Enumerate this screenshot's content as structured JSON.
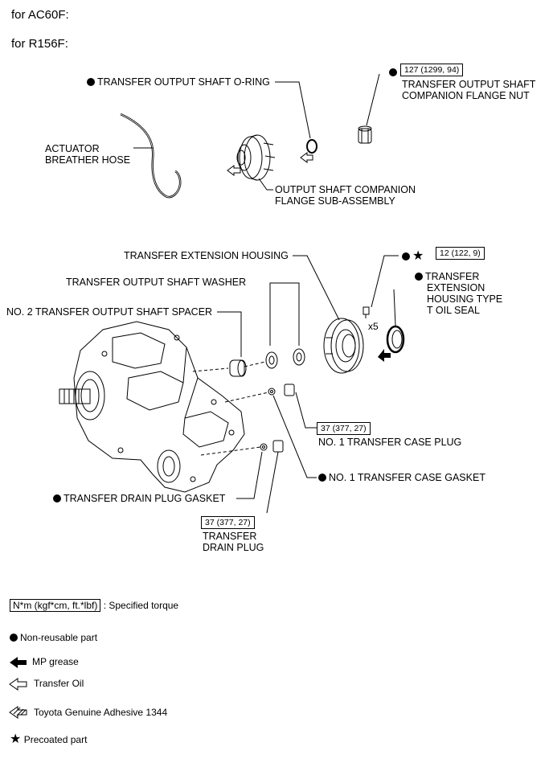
{
  "headers": {
    "ac60f": "for AC60F:",
    "r156f": "for R156F:"
  },
  "labels": {
    "o_ring": "TRANSFER OUTPUT SHAFT O-RING",
    "flange_nut": [
      "TRANSFER OUTPUT SHAFT",
      "COMPANION FLANGE NUT"
    ],
    "breather": [
      "ACTUATOR",
      "BREATHER HOSE"
    ],
    "companion_flange": [
      "OUTPUT SHAFT COMPANION",
      "FLANGE SUB-ASSEMBLY"
    ],
    "extension_housing": "TRANSFER EXTENSION HOUSING",
    "washer": "TRANSFER OUTPUT SHAFT WASHER",
    "spacer": "NO. 2 TRANSFER OUTPUT SHAFT SPACER",
    "oil_seal": [
      "TRANSFER",
      "EXTENSION",
      "HOUSING TYPE",
      "T OIL SEAL"
    ],
    "case_plug": "NO. 1 TRANSFER CASE PLUG",
    "case_gasket": "NO. 1 TRANSFER CASE GASKET",
    "drain_gasket": "TRANSFER DRAIN PLUG GASKET",
    "drain_plug": [
      "TRANSFER",
      "DRAIN PLUG"
    ],
    "bolt_count": "x5"
  },
  "torques": {
    "flange_nut": "127 (1299, 94)",
    "housing_bolt": "12 (122, 9)",
    "case_plug": "37 (377, 27)",
    "drain_plug": "37 (377, 27)"
  },
  "legend": {
    "torque_box": "N*m (kgf*cm, ft.*lbf)",
    "torque_desc": ": Specified torque",
    "non_reusable": "Non-reusable part",
    "mp_grease": "MP grease",
    "transfer_oil": "Transfer Oil",
    "adhesive": "Toyota Genuine Adhesive 1344",
    "precoated": "Precoated part"
  }
}
